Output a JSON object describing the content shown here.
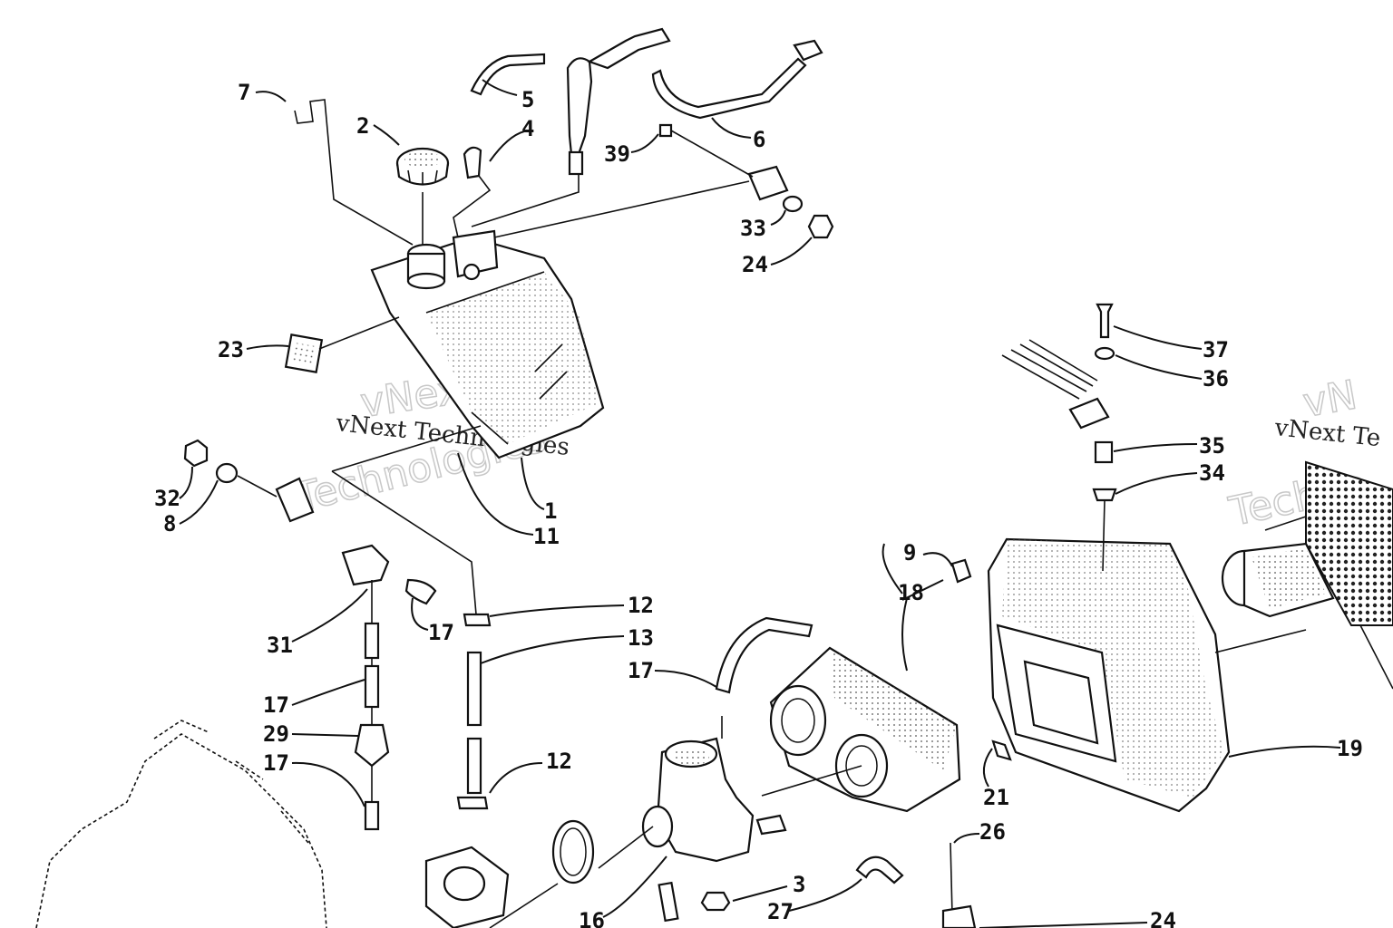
{
  "diagram": {
    "watermark_text": "vNext Technologies",
    "watermark_outline_1": "vNext",
    "watermark_outline_2": "Technologies",
    "watermark_right": "vNext Te",
    "watermark_right_outline_1": "vN",
    "watermark_right_outline_2": "Techno",
    "callouts": {
      "p1": "1",
      "p2": "2",
      "p3": "3",
      "p4": "4",
      "p5": "5",
      "p6": "6",
      "p7": "7",
      "p8": "8",
      "p9": "9",
      "p11": "11",
      "p12a": "12",
      "p12b": "12",
      "p13": "13",
      "p16": "16",
      "p17a": "17",
      "p17b": "17",
      "p17c": "17",
      "p17d": "17",
      "p18": "18",
      "p19": "19",
      "p21": "21",
      "p23": "23",
      "p24a": "24",
      "p24b": "24",
      "p26": "26",
      "p27": "27",
      "p29": "29",
      "p31": "31",
      "p32": "32",
      "p33": "33",
      "p34": "34",
      "p35": "35",
      "p36": "36",
      "p37": "37",
      "p39": "39"
    },
    "colors": {
      "ink": "#111111",
      "paper": "#ffffff",
      "watermark": "#c8c8c8"
    }
  }
}
